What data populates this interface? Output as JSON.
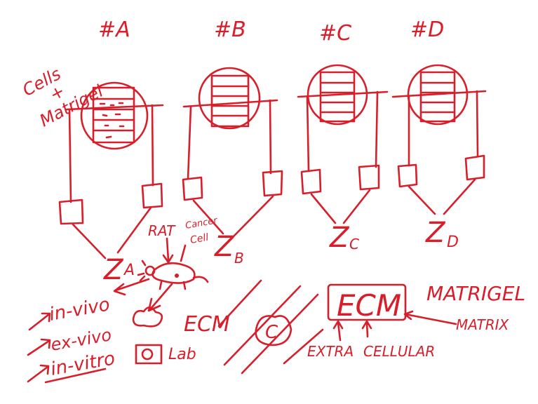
{
  "wells": [
    {
      "id": "A",
      "label": "#A",
      "electrode": "Z",
      "subscript": "A"
    },
    {
      "id": "B",
      "label": "#B",
      "electrode": "Z",
      "subscript": "B"
    },
    {
      "id": "C",
      "label": "#C",
      "electrode": "Z",
      "subscript": "C"
    },
    {
      "id": "D",
      "label": "#D",
      "electrode": "Z",
      "subscript": "D"
    }
  ],
  "notes": {
    "cells": "Cells",
    "plus": "+",
    "matrigel_left": "Matrigel",
    "rat": "RAT",
    "cancer": "Cancer",
    "cell": "Cell",
    "in_vivo": "in-vivo",
    "ex_vivo": "ex-vivo",
    "in_vitro": "in-vitro",
    "lab": "Lab",
    "ecm_left": "ECM",
    "ecm_box": "ECM",
    "matrigel_right": "MATRIGEL",
    "matrix": "MATRIX",
    "extra": "EXTRA",
    "cellular": "CELLULAR",
    "cell_letter": "C"
  },
  "ink_color": "#d81e2a"
}
